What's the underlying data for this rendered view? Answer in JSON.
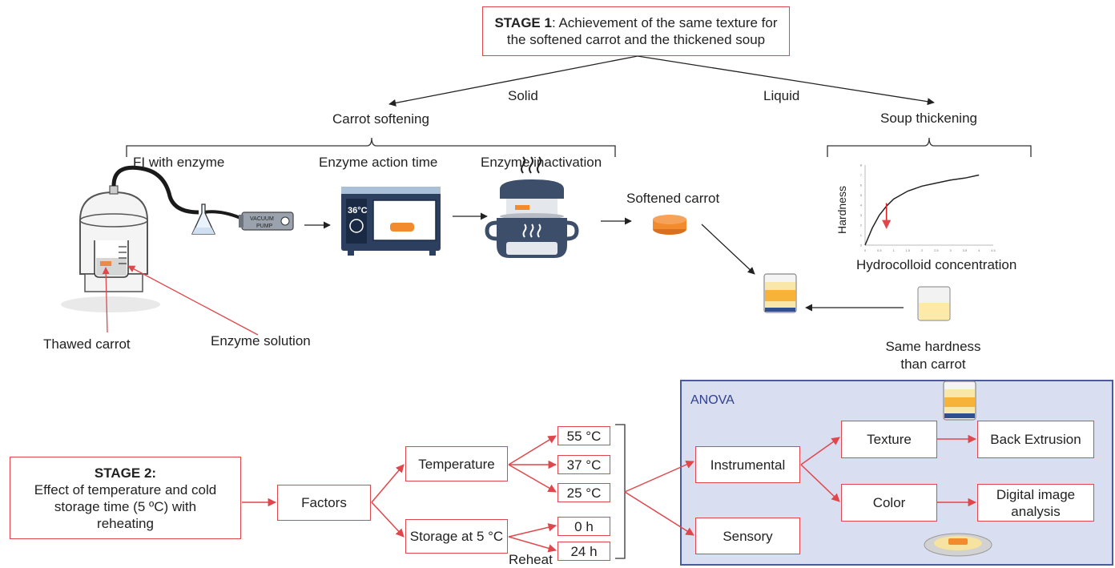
{
  "stage1": {
    "title_bold": "STAGE 1",
    "title_rest": ": Achievement of the same texture for",
    "title_line2": "the softened carrot and the thickened soup"
  },
  "branches": {
    "solid": "Solid",
    "liquid": "Liquid"
  },
  "carrot_softening": {
    "heading": "Carrot softening",
    "steps": [
      "FI with enzyme",
      "Enzyme action time",
      "Enzyme inactivation"
    ],
    "oven_temperature": "36°C",
    "pump_label_1": "VACUUM",
    "pump_label_2": "PUMP",
    "softened": "Softened carrot",
    "thawed": "Thawed carrot",
    "enzyme_solution": "Enzyme solution"
  },
  "soup_thickening": {
    "heading": "Soup thickening",
    "chart_ylabel": "Hardness",
    "chart_xlabel": "Hydrocolloid concentration",
    "same_hardness_1": "Same hardness",
    "same_hardness_2": "than carrot"
  },
  "chart_data": {
    "type": "line",
    "title": "",
    "xlabel": "Hydrocolloid concentration",
    "ylabel": "Hardness",
    "xlim": [
      0,
      4.5
    ],
    "ylim": [
      0,
      8
    ],
    "xticks": [
      "0",
      "0.5",
      "1",
      "1.5",
      "2",
      "2.5",
      "3",
      "3.5",
      "4",
      "4.5"
    ],
    "yticks": [
      "0",
      "1",
      "2",
      "3",
      "4",
      "5",
      "6",
      "7",
      "8"
    ],
    "series": [
      {
        "x": [
          0,
          0.25,
          0.5,
          0.75,
          1,
          1.5,
          2,
          2.5,
          3,
          3.5,
          4
        ],
        "values": [
          0,
          1.7,
          3.0,
          3.9,
          4.6,
          5.4,
          5.9,
          6.2,
          6.5,
          6.7,
          7.0
        ]
      }
    ],
    "annotation": {
      "type": "arrow-down",
      "x": 0.75,
      "y_from": 4.2,
      "y_to": 1.7,
      "color": "#e02020"
    },
    "grid": false,
    "legend": "none"
  },
  "stage2": {
    "title": "STAGE 2:",
    "line1": "Effect of temperature and cold",
    "line2": "storage time (5 ºC) with",
    "line3": "reheating"
  },
  "factors": "Factors",
  "temperature": "Temperature",
  "storage": "Storage at 5 °C",
  "temps": [
    "55 °C",
    "37 °C",
    "25 °C"
  ],
  "times": [
    "0 h",
    "24 h"
  ],
  "reheat": "Reheat",
  "anova": {
    "label": "ANOVA",
    "instrumental": "Instrumental",
    "sensory": "Sensory",
    "texture": "Texture",
    "color": "Color",
    "back_extrusion": "Back Extrusion",
    "digital_1": "Digital image",
    "digital_2": "analysis"
  },
  "colors": {
    "accent_red": "#e0474c",
    "anova_bg": "#d9dff0",
    "anova_border": "#4a5a9e",
    "carrot": "#f28a2e"
  }
}
